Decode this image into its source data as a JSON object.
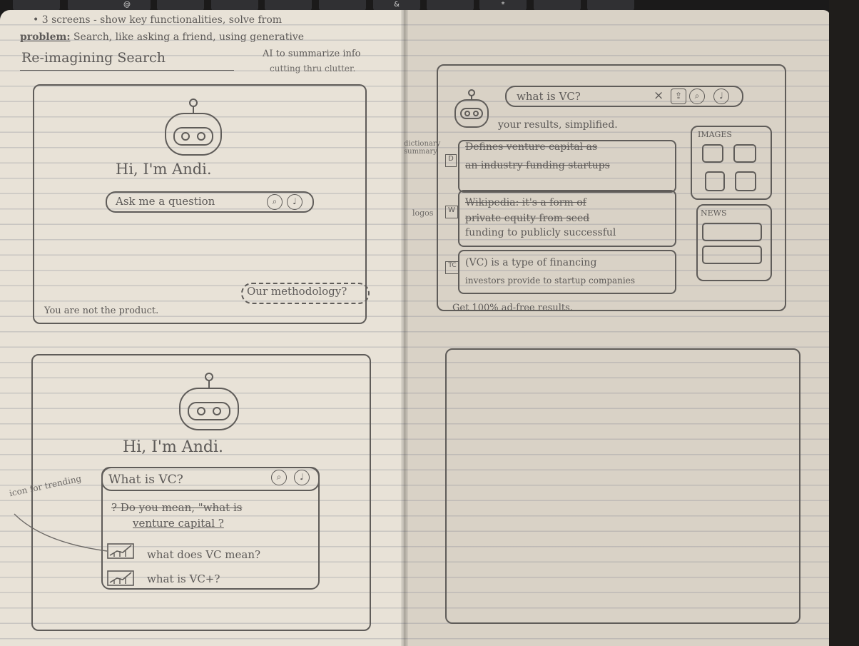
{
  "keyboard": {
    "keys": [
      "",
      "",
      "@",
      "",
      "",
      "",
      "",
      "&",
      "",
      "*",
      "",
      ""
    ]
  },
  "notes": {
    "line1": "• 3 screens - show key functionalities, solve from",
    "line2_label": "problem:",
    "line2_rest": "Search, like asking a friend, using generative",
    "line3": "AI to summarize info",
    "line4": "cutting thru clutter.",
    "heading": "Re-imagining Search"
  },
  "screen1": {
    "greeting": "Hi, I'm Andi.",
    "search_placeholder": "Ask me a question",
    "tagline": "You are not the product.",
    "methodology_link": "Our methodology?"
  },
  "screen2": {
    "query": "what is VC?",
    "close_glyph": "×",
    "results_title": "your results, simplified.",
    "margin_note_dictionary": "dictionary summary",
    "margin_note_logos": "logos",
    "results": [
      {
        "icon": "D",
        "line1": "Defines venture capital as",
        "line2": "an industry funding startups"
      },
      {
        "icon": "W",
        "line1": "Wikipedia: it's a form of",
        "line2": "private equity from seed",
        "line3": "funding to publicly successful"
      },
      {
        "icon": "TC",
        "line1": "(VC) is a type of financing",
        "line2": "investors provide to startup companies"
      }
    ],
    "images_label": "IMAGES",
    "news_label": "NEWS",
    "footer": "Get 100% ad-free results."
  },
  "screen3": {
    "greeting": "Hi, I'm Andi.",
    "query": "What is VC?",
    "did_you_mean_line1": "? Do you mean, \"what is",
    "did_you_mean_line2": "venture capital ?",
    "trending": [
      "what does VC mean?",
      "what is VC+?"
    ],
    "margin_note": "icon for trending"
  },
  "screen4": {}
}
